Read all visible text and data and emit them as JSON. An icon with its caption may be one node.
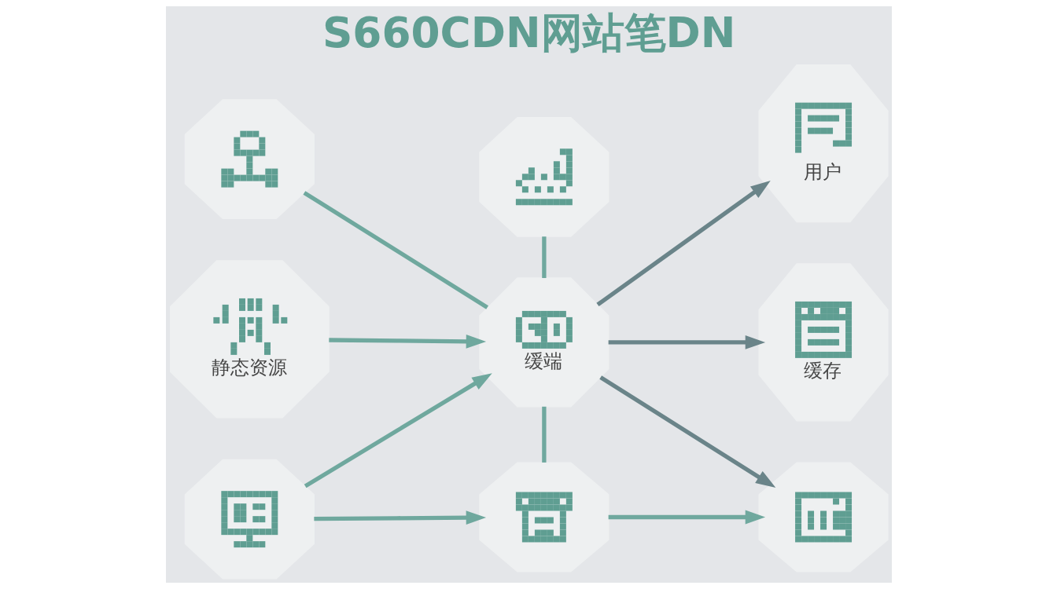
{
  "diagram": {
    "title": "S660CDN网站笔DN",
    "nodes": [
      {
        "text": [],
        "shape": "picture"
      },
      {
        "text": [],
        "shape": "picture"
      },
      {
        "text": [
          "用户"
        ]
      },
      {
        "text": [
          "静态资源"
        ]
      },
      {
        "text": [
          "缓端"
        ]
      },
      {
        "text": [
          "缓存"
        ]
      },
      {
        "text": [],
        "shape": "picture"
      },
      {
        "text": [],
        "shape": "picture"
      },
      {
        "text": [],
        "shape": "picture"
      }
    ],
    "edges": [
      {
        "from": 0,
        "to": 4,
        "arrow": "none"
      },
      {
        "from": 1,
        "to": 4,
        "arrow": "none"
      },
      {
        "from": 4,
        "to": 2,
        "arrow": "to",
        "color": "#6a8489"
      },
      {
        "from": 3,
        "to": 4,
        "arrow": "to"
      },
      {
        "from": 4,
        "to": 5,
        "arrow": "to",
        "color": "#6a8489"
      },
      {
        "from": 6,
        "to": 4,
        "arrow": "to"
      },
      {
        "from": 4,
        "to": 7,
        "arrow": "none"
      },
      {
        "from": 4,
        "to": 8,
        "arrow": "to",
        "color": "#6a8489"
      },
      {
        "from": 6,
        "to": 7,
        "arrow": "to"
      },
      {
        "from": 7,
        "to": 8,
        "arrow": "to"
      }
    ]
  }
}
